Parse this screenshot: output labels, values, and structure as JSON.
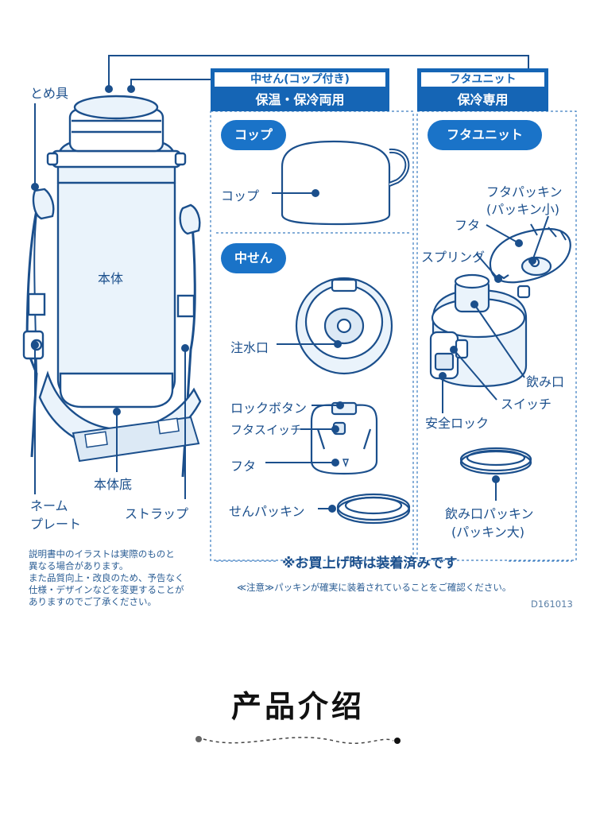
{
  "left": {
    "tomegu": "とめ具",
    "hontai": "本体",
    "hontai_zoko": "本体底",
    "name_plate_1": "ネーム",
    "name_plate_2": "プレート",
    "strap": "ストラップ"
  },
  "section_nakasen": {
    "header_top": "中せん(コップ付き)",
    "header_bottom": "保温・保冷両用",
    "cup_pill": "コップ",
    "cup_label": "コップ",
    "nakasen_pill": "中せん",
    "chusuiguchi": "注水口",
    "lock_button": "ロックボタン",
    "futa_switch": "フタスイッチ",
    "futa": "フタ",
    "sen_packing": "せんパッキン"
  },
  "section_futa_unit": {
    "header_top": "フタユニット",
    "header_bottom": "保冷専用",
    "pill": "フタユニット",
    "futa_packing_1": "フタパッキン",
    "futa_packing_2": "(パッキン小)",
    "futa": "フタ",
    "spring": "スプリング",
    "nomiguchi": "飲み口",
    "switch": "スイッチ",
    "anzen_lock": "安全ロック",
    "nomiguchi_packing_1": "飲み口パッキン",
    "nomiguchi_packing_2": "(パッキン大)"
  },
  "notes": {
    "disclaimer": "説明書中のイラストは実際のものと\n異なる場合があります。\nまた品質向上・改良のため、予告なく\n仕様・デザインなどを変更することが\nありますのでご了承ください。",
    "installed": "※お買上げ時は装着済みです",
    "caution": "≪注意≫パッキンが確実に装着されていることをご確認ください。",
    "code": "D161013"
  },
  "footer": {
    "title": "产品介绍"
  },
  "colors": {
    "primary": "#1565b5",
    "line": "#1b4f8c",
    "bottle": "#eaf3fb"
  }
}
